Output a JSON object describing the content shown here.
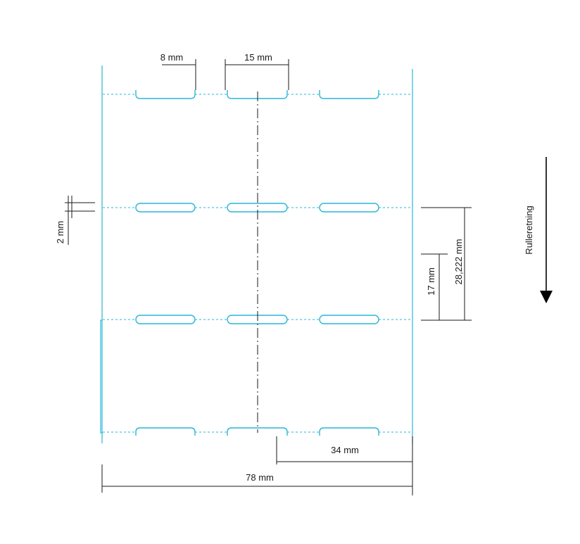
{
  "dimensions": {
    "slot_length": "15 mm",
    "slot_gap": "8 mm",
    "slot_height": "2 mm",
    "label_pitch": "28,222 mm",
    "label_height": "17 mm",
    "center_offset": "34 mm",
    "total_width": "78 mm"
  },
  "direction_label": "Rulleretning",
  "colors": {
    "outline": "#29b6d9",
    "dimension_line": "#1a1a1a",
    "center_line": "#1a1a1a"
  },
  "perforation_rows": 4,
  "slots_per_row": 3
}
